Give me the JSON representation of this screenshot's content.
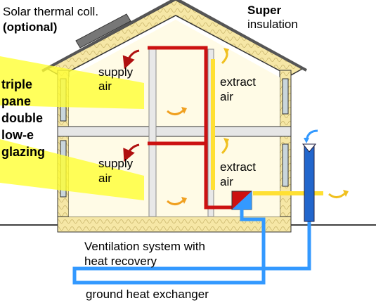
{
  "labels": {
    "solar_line1": "Solar thermal coll.",
    "solar_line2": "(optional)",
    "super_line1": "Super",
    "super_line2": "insulation",
    "glazing_line1": "triple",
    "glazing_line2": "pane",
    "glazing_line3": "double",
    "glazing_line4": "low-e",
    "glazing_line5": "glazing",
    "supply_upper_line1": "supply",
    "supply_upper_line2": "air",
    "extract_upper_line1": "extract",
    "extract_upper_line2": "air",
    "supply_lower_line1": "supply",
    "supply_lower_line2": "air",
    "extract_lower_line1": "extract",
    "extract_lower_line2": "air",
    "ventilation_line1": "Ventilation system with",
    "ventilation_line2": "heat recovery",
    "ground": "ground heat exchanger"
  },
  "colors": {
    "insulation": "#f6e7a6",
    "interior": "#fffbe6",
    "sun": "#ffff33",
    "supply_duct": "#cc1111",
    "extract_duct": "#ffe033",
    "ground_duct": "#3399ff",
    "structure": "#333333",
    "window": "#c9d6dc"
  }
}
